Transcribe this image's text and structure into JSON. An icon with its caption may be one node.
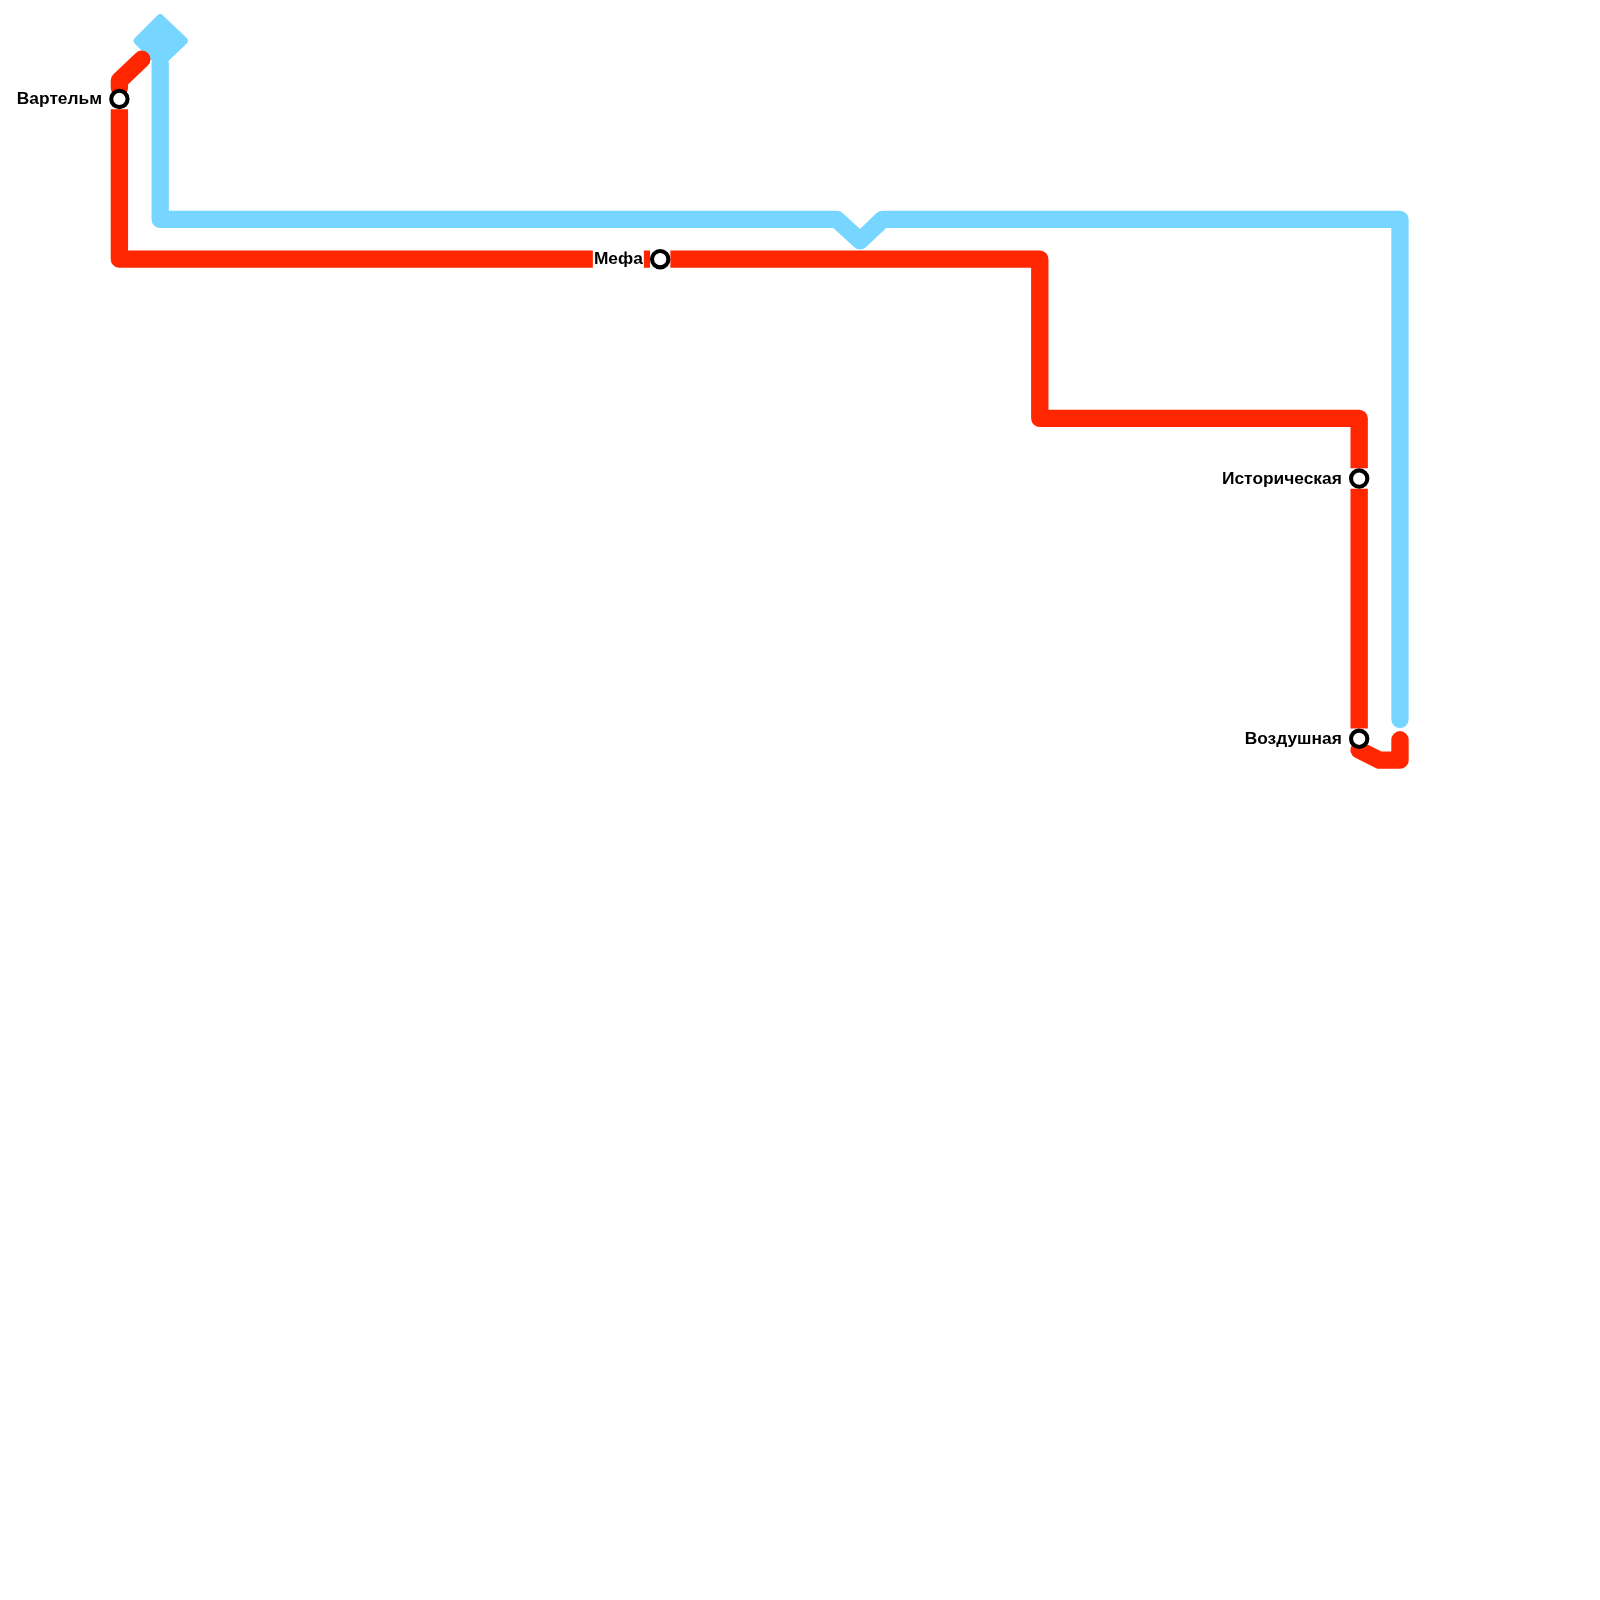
{
  "diagram": {
    "nodes": [
      {
        "text": [
          "Вартельм"
        ]
      },
      {
        "text": [
          "Мефа"
        ]
      },
      {
        "text": [
          "Историческая"
        ]
      },
      {
        "text": [
          "Воздушная"
        ]
      }
    ],
    "edges": [
      {
        "from": 0,
        "to": 1,
        "arrow": "none"
      },
      {
        "from": 1,
        "to": 2,
        "arrow": "none"
      },
      {
        "from": 2,
        "to": 3,
        "arrow": "none"
      }
    ]
  }
}
